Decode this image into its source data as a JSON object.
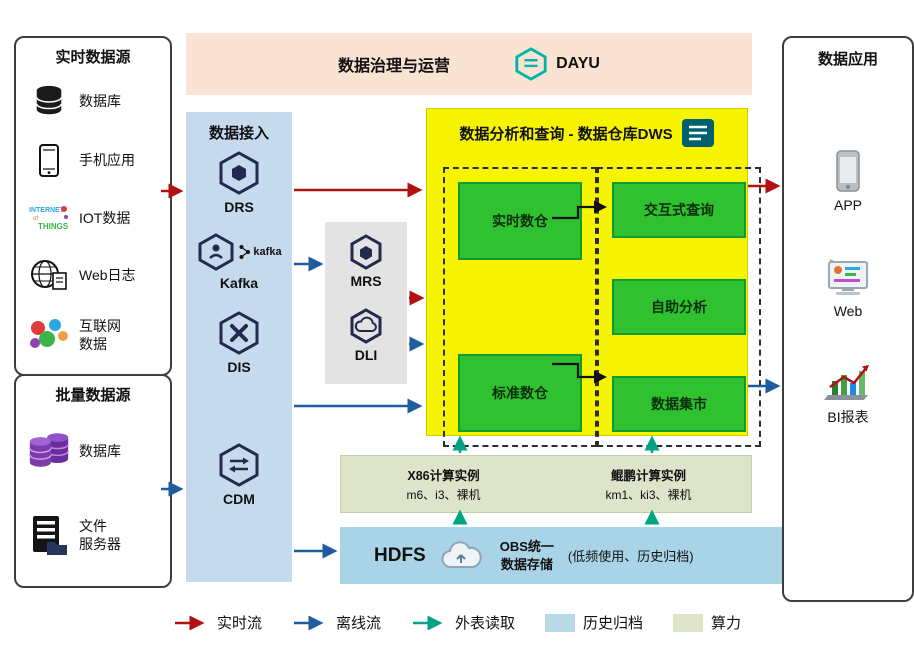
{
  "banner": {
    "title": "数据治理与运营",
    "product": "DAYU"
  },
  "realtime_sources": {
    "title": "实时数据源",
    "items": [
      {
        "label": "数据库",
        "icon": "database-icon"
      },
      {
        "label": "手机应用",
        "icon": "phone-icon"
      },
      {
        "label": "IOT数据",
        "icon": "iot-icon"
      },
      {
        "label": "Web日志",
        "icon": "globe-icon"
      },
      {
        "label": "互联网\n数据",
        "icon": "bubbles-icon"
      }
    ]
  },
  "batch_sources": {
    "title": "批量数据源",
    "items": [
      {
        "label": "数据库",
        "icon": "database-purple-icon"
      },
      {
        "label": "文件\n服务器",
        "icon": "file-server-icon"
      }
    ]
  },
  "ingestion": {
    "title": "数据接入",
    "services": [
      {
        "label": "DRS"
      },
      {
        "label": "Kafka",
        "badge": "kafka"
      },
      {
        "label": "DIS"
      },
      {
        "label": "CDM"
      }
    ]
  },
  "processing": {
    "services": [
      {
        "label": "MRS"
      },
      {
        "label": "DLI"
      }
    ]
  },
  "dws": {
    "title": "数据分析和查询 - 数据仓库DWS",
    "warehouses": [
      {
        "label": "实时数仓"
      },
      {
        "label": "标准数仓"
      }
    ],
    "analytics": [
      {
        "label": "交互式查询"
      },
      {
        "label": "自助分析"
      },
      {
        "label": "数据集市"
      }
    ]
  },
  "compute": {
    "x86": {
      "title": "X86计算实例",
      "models": "m6、i3、裸机"
    },
    "kunpeng": {
      "title": "鲲鹏计算实例",
      "models": "km1、ki3、裸机"
    }
  },
  "storage": {
    "hdfs": "HDFS",
    "obs": "OBS统一\n数据存储",
    "note": "(低频使用、历史归档)"
  },
  "applications": {
    "title": "数据应用",
    "items": [
      {
        "label": "APP",
        "icon": "app-phone-icon"
      },
      {
        "label": "Web",
        "icon": "web-dashboard-icon"
      },
      {
        "label": "BI报表",
        "icon": "bi-chart-icon"
      }
    ]
  },
  "legend": {
    "items": [
      {
        "label": "实时流",
        "type": "arrow",
        "color": "#b01111"
      },
      {
        "label": "离线流",
        "type": "arrow",
        "color": "#1f5c9e"
      },
      {
        "label": "外表读取",
        "type": "arrow",
        "color": "#00a383"
      },
      {
        "label": "历史归档",
        "type": "swatch",
        "color": "#b7d9e8"
      },
      {
        "label": "算力",
        "type": "swatch",
        "color": "#dde4c9"
      }
    ]
  },
  "colors": {
    "realtime_flow": "#b01111",
    "offline_flow": "#1f5c9e",
    "external_read": "#00a383",
    "dws_bg": "#f6f400",
    "warehouse_green": "#2fc12f",
    "ingestion_bg": "#c5daed",
    "banner_bg": "#fbe3d3",
    "compute_bg": "#dde4c9",
    "storage_bg": "#a9d3e6",
    "dayu_teal": "#00b3a4"
  }
}
